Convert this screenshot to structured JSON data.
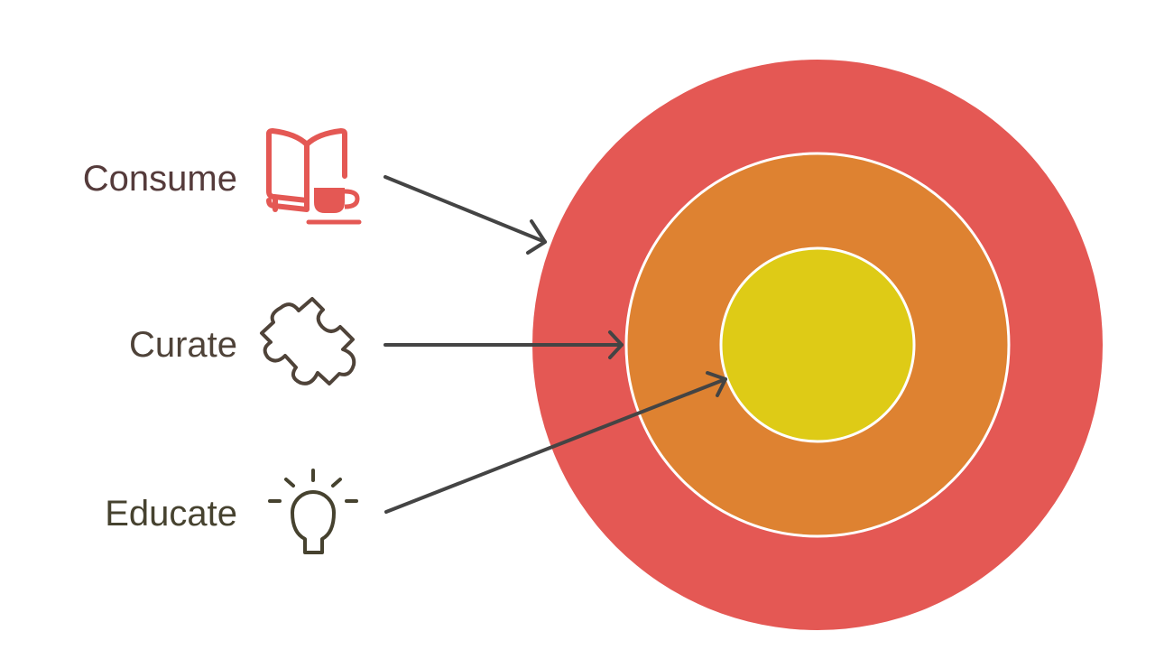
{
  "diagram": {
    "type": "concentric-circles",
    "colors": {
      "outer_ring": "#e45854",
      "middle_ring": "#de8231",
      "inner_core": "#decb16",
      "ring_stroke": "#ffffff",
      "arrow": "#444444"
    },
    "items": [
      {
        "label": "Consume",
        "icon": "book-and-cup-icon",
        "text_color": "#553b3b",
        "icon_color": "#e45854",
        "target": "outer_ring"
      },
      {
        "label": "Curate",
        "icon": "puzzle-piece-icon",
        "text_color": "#4f4339",
        "icon_color": "#4f4339",
        "target": "middle_ring"
      },
      {
        "label": "Educate",
        "icon": "lightbulb-icon",
        "text_color": "#46422f",
        "icon_color": "#46422f",
        "target": "inner_core"
      }
    ]
  }
}
